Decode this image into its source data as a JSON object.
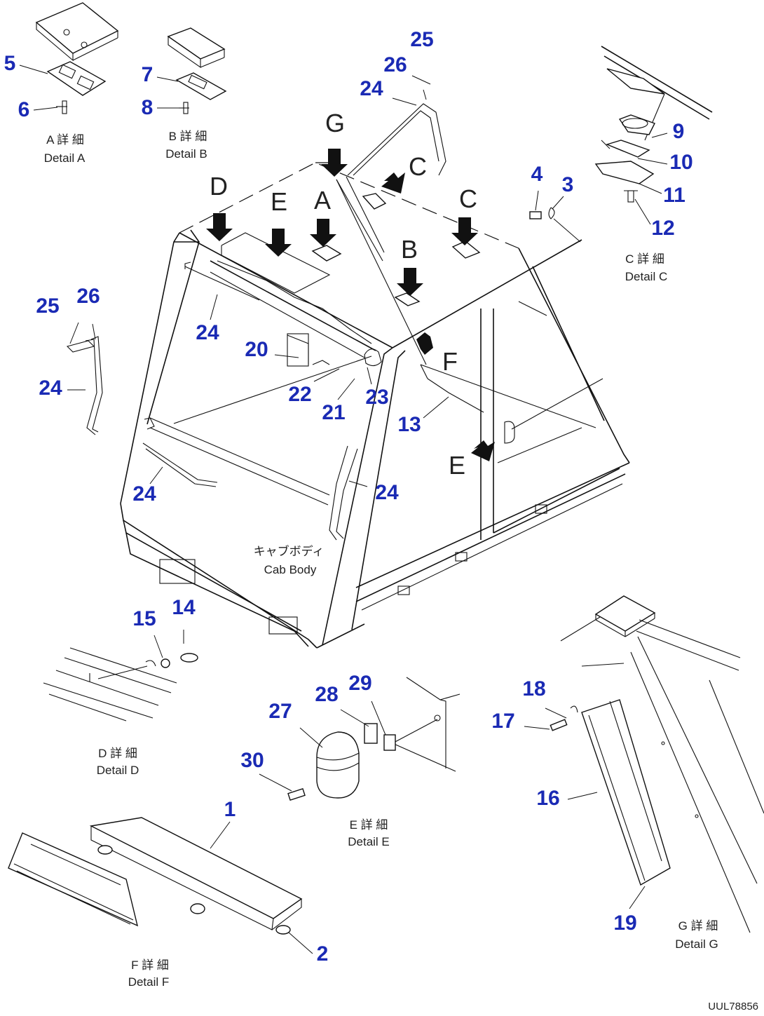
{
  "callouts": [
    {
      "id": "5",
      "text": "5"
    },
    {
      "id": "6",
      "text": "6"
    },
    {
      "id": "7",
      "text": "7"
    },
    {
      "id": "8",
      "text": "8"
    },
    {
      "id": "25a",
      "text": "25"
    },
    {
      "id": "26a",
      "text": "26"
    },
    {
      "id": "24a",
      "text": "24"
    },
    {
      "id": "9",
      "text": "9"
    },
    {
      "id": "10",
      "text": "10"
    },
    {
      "id": "11",
      "text": "11"
    },
    {
      "id": "12",
      "text": "12"
    },
    {
      "id": "4",
      "text": "4"
    },
    {
      "id": "3",
      "text": "3"
    },
    {
      "id": "25b",
      "text": "25"
    },
    {
      "id": "26b",
      "text": "26"
    },
    {
      "id": "24b",
      "text": "24"
    },
    {
      "id": "24c",
      "text": "24"
    },
    {
      "id": "20",
      "text": "20"
    },
    {
      "id": "22",
      "text": "22"
    },
    {
      "id": "21",
      "text": "21"
    },
    {
      "id": "23",
      "text": "23"
    },
    {
      "id": "13",
      "text": "13"
    },
    {
      "id": "24d",
      "text": "24"
    },
    {
      "id": "24e",
      "text": "24"
    },
    {
      "id": "15",
      "text": "15"
    },
    {
      "id": "14",
      "text": "14"
    },
    {
      "id": "28",
      "text": "28"
    },
    {
      "id": "29",
      "text": "29"
    },
    {
      "id": "27",
      "text": "27"
    },
    {
      "id": "30",
      "text": "30"
    },
    {
      "id": "18",
      "text": "18"
    },
    {
      "id": "17",
      "text": "17"
    },
    {
      "id": "16",
      "text": "16"
    },
    {
      "id": "1",
      "text": "1"
    },
    {
      "id": "2",
      "text": "2"
    },
    {
      "id": "19",
      "text": "19"
    }
  ],
  "view_letters": {
    "G": "G",
    "C_top": "C",
    "D": "D",
    "E_top": "E",
    "A": "A",
    "C_right": "C",
    "B": "B",
    "F": "F",
    "E_side": "E"
  },
  "detail_labels": {
    "A": {
      "jp": "A 詳 細",
      "en": "Detail A"
    },
    "B": {
      "jp": "B 詳 細",
      "en": "Detail B"
    },
    "C": {
      "jp": "C 詳 細",
      "en": "Detail C"
    },
    "D": {
      "jp": "D 詳 細",
      "en": "Detail D"
    },
    "E": {
      "jp": "E 詳 細",
      "en": "Detail E"
    },
    "F": {
      "jp": "F 詳 細",
      "en": "Detail F"
    },
    "G": {
      "jp": "G 詳 細",
      "en": "Detail G"
    }
  },
  "cab_body": {
    "jp": "キャブボディ",
    "en": "Cab Body"
  },
  "drawing_code": "UUL78856",
  "colors": {
    "callout": "#1a2ab4",
    "line": "#111111",
    "background": "#ffffff"
  }
}
